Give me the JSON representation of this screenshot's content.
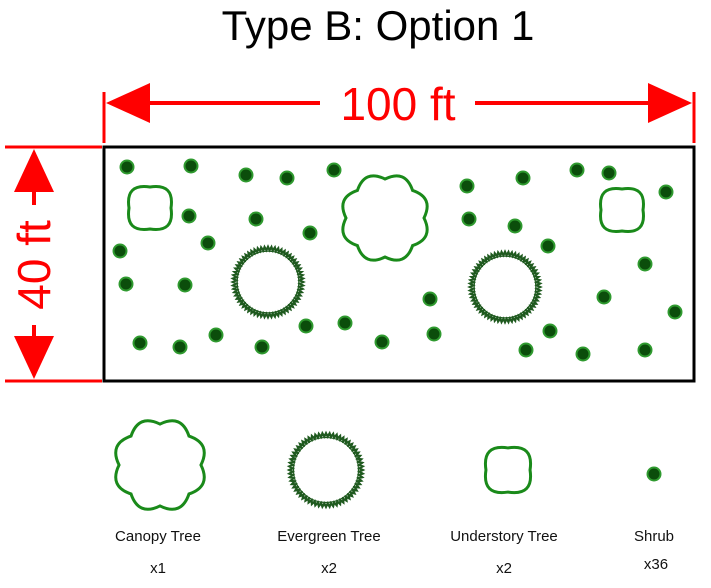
{
  "title": "Type B: Option 1",
  "dimensions": {
    "width": "100 ft",
    "height": "40 ft"
  },
  "colors": {
    "dimension": "#ff0000",
    "plant_stroke": "#1a8a1a",
    "evergreen_stroke": "#1f5a1f",
    "shrub_fill": "#0b4d0b",
    "shrub_ring": "#2f9a2f",
    "border": "#000000"
  },
  "legend": [
    {
      "label": "Canopy Tree",
      "count": "x1",
      "icon": "canopy-tree-icon"
    },
    {
      "label": "Evergreen Tree",
      "count": "x2",
      "icon": "evergreen-tree-icon"
    },
    {
      "label": "Understory Tree",
      "count": "x2",
      "icon": "understory-tree-icon"
    },
    {
      "label": "Shrub",
      "count": "x36",
      "icon": "shrub-icon"
    }
  ]
}
